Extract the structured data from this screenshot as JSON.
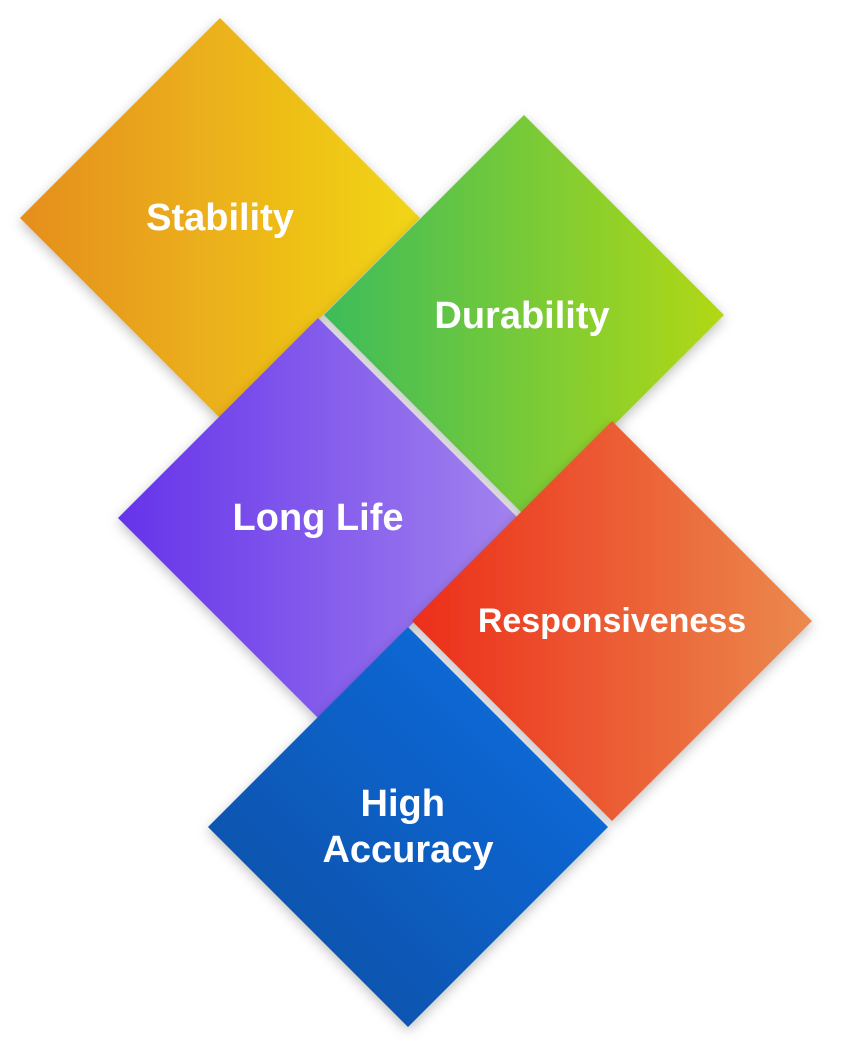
{
  "diagram": {
    "items": [
      {
        "id": "stability",
        "label_lines": [
          "Stability"
        ],
        "gradient": [
          "#E58E1E",
          "#F2D616"
        ]
      },
      {
        "id": "durability",
        "label_lines": [
          "Durability"
        ],
        "gradient": [
          "#3DBC5B",
          "#B2D815"
        ]
      },
      {
        "id": "long-life",
        "label_lines": [
          "Long Life"
        ],
        "gradient": [
          "#6533EA",
          "#A283EE"
        ]
      },
      {
        "id": "responsiveness",
        "label_lines": [
          "Responsiveness"
        ],
        "gradient": [
          "#EC2E1A",
          "#EB8A4E"
        ]
      },
      {
        "id": "high-accuracy",
        "label_lines": [
          "High",
          "Accuracy"
        ],
        "gradient": [
          "#074C9E",
          "#0B70E6"
        ]
      }
    ]
  }
}
